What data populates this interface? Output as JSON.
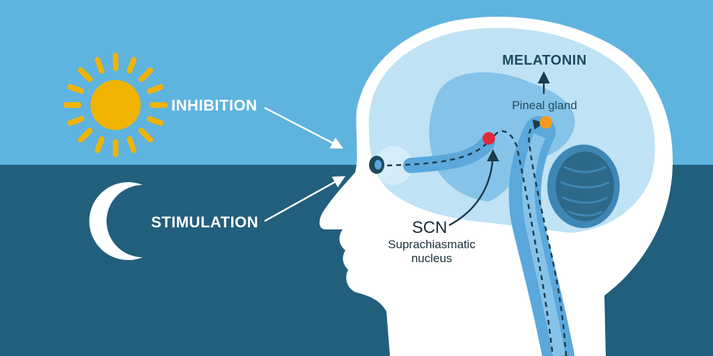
{
  "labels": {
    "inhibition": "INHIBITION",
    "stimulation": "STIMULATION",
    "melatonin": "MELATONIN",
    "pineal_gland": "Pineal gland",
    "scn": "SCN",
    "scn_line1": "Suprachiasmatic",
    "scn_line2": "nucleus"
  },
  "icons": {
    "day": "sun-icon",
    "night": "crescent-moon-icon"
  },
  "colors": {
    "sky_day": "#5fb3df",
    "sky_night": "#225f7c",
    "sun": "#f0b400",
    "moon": "#ffffff",
    "head": "#ffffff",
    "brain_outer": "#bfe2f4",
    "brain_inner": "#86c3e8",
    "pathway": "#5aa8dc",
    "cerebellum": "#2d6a8a",
    "scn_dot": "#e0283c",
    "pineal_dot": "#f39a1e",
    "text_dark": "#1c4a5e"
  }
}
